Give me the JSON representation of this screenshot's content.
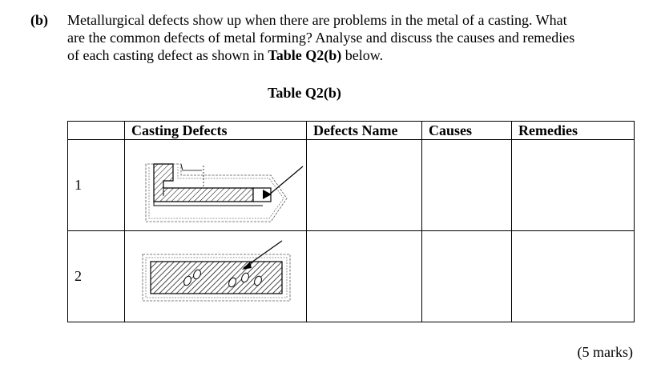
{
  "question": {
    "label": "(b)",
    "line1": "Metallurgical defects show up  when there are problems in the metal of a casting. What",
    "line2": "are the common defects of metal forming? Analyse and discuss the causes and remedies",
    "line3_prefix": "of each casting defect as shown in ",
    "line3_bold": "Table Q2(b)",
    "line3_suffix": " below."
  },
  "table_caption": "Table Q2(b)",
  "table": {
    "headers": {
      "number": "",
      "casting_defects": "Casting Defects",
      "defects_name": "Defects Name",
      "causes": "Causes",
      "remedies": "Remedies"
    },
    "rows": [
      {
        "number": "1",
        "defects_name": "",
        "causes": "",
        "remedies": ""
      },
      {
        "number": "2",
        "defects_name": "",
        "causes": "",
        "remedies": ""
      }
    ]
  },
  "marks": "(5 marks)"
}
